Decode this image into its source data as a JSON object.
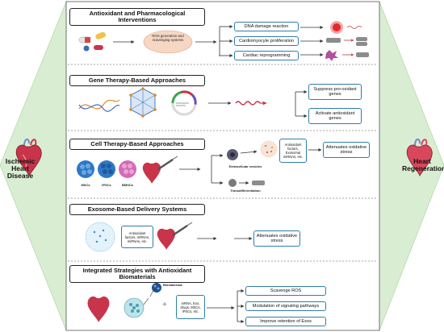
{
  "side_labels": {
    "left": "Ischemic Heart Disease",
    "right": "Heart Regeneration"
  },
  "panels": [
    {
      "title": "Antioxidant and Pharmacological Interventions",
      "center_label": "ROS generation and scavenging systems",
      "outcomes": [
        "DNA damage reaction",
        "Cardiomyocyte proliferation",
        "Cardiac reprogramming"
      ]
    },
    {
      "title": "Gene Therapy-Based Approaches",
      "outcomes": [
        "Suppress pro-oxidant genes",
        "Activate antioxidant genes"
      ]
    },
    {
      "title": "Cell Therapy-Based Approaches",
      "cell_labels": [
        "MSCs",
        "iPSCs",
        "BMSCs"
      ],
      "branch_labels": [
        "Extracellular vesicles",
        "Transdifferentiation"
      ],
      "cargo_label": "Antioxidant factors, Exosomal miRNAs, etc.",
      "outcome": "Attenuates oxidative stress"
    },
    {
      "title": "Exosome-Based Delivery Systems",
      "cargo_label": "Antioxidant factors, mRNAs, miRNAs, etc.",
      "outcome": "Attenuates oxidative stress"
    },
    {
      "title": "Integrated Strategies with Antioxidant Biomaterials",
      "biomaterials_label": "Biomaterials",
      "cargo_label": "mRNA, Exo, drugs, MSCs, iPSCs, etc.",
      "outcomes": [
        "Scavenge ROS",
        "Modulation of signaling pathways",
        "Improve retention of Exos"
      ]
    }
  ],
  "colors": {
    "wedge": "#d9edd3",
    "wedge_edge": "#a8d29a",
    "panel_border": "#555555",
    "outcome_border": "#2e7fa6",
    "heart_red": "#c8344a",
    "divider": "#888888"
  },
  "icons": [
    "pill-icon",
    "capsule-icon",
    "dna-icon",
    "viral-vector-icon",
    "plasmid-icon",
    "mrna-icon",
    "cell-cluster-icon",
    "syringe-icon",
    "heart-icon",
    "vesicle-icon",
    "cardiomyocyte-icon"
  ]
}
